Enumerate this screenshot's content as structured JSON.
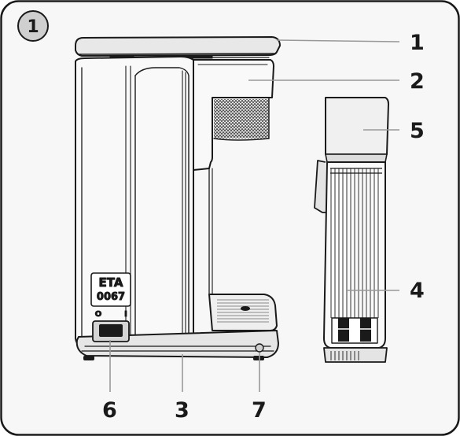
{
  "figure": {
    "badge": "1",
    "callouts": {
      "c1": "1",
      "c2": "2",
      "c3": "3",
      "c4": "4",
      "c5": "5",
      "c6": "6",
      "c7": "7"
    },
    "brand": "ETA",
    "model": "0067",
    "switch_off": "O",
    "switch_on": "I"
  },
  "colors": {
    "frame_bg": "#f7f7f7",
    "badge_fill": "#cfcfcf",
    "outline": "#1a1a1a",
    "leader": "#999999"
  }
}
